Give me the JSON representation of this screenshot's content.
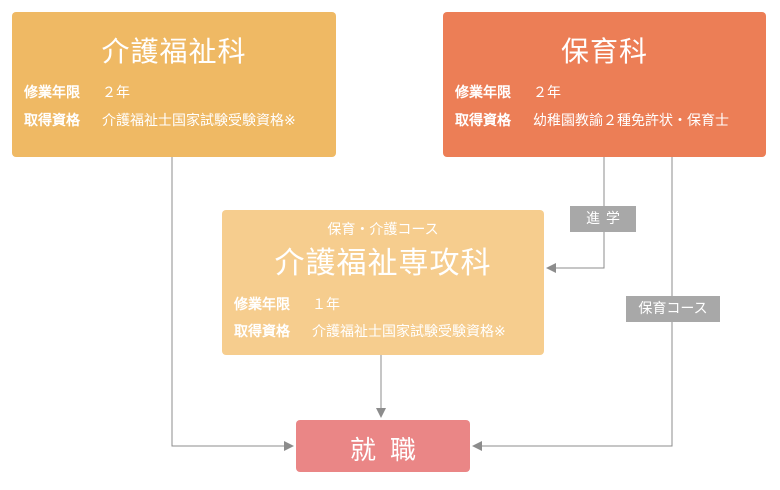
{
  "label_heading": "修業年限",
  "label_qualification": "取得資格",
  "kaigo": {
    "title": "介護福祉科",
    "years": "２年",
    "qualification": "介護福祉士国家試験受験資格※"
  },
  "hoiku": {
    "title": "保育科",
    "years": "２年",
    "qualification": "幼稚園教諭２種免許状・保育士"
  },
  "senkou": {
    "subtitle": "保育・介護コース",
    "title": "介護福祉専攻科",
    "years": "１年",
    "qualification": "介護福祉士国家試験受験資格※"
  },
  "shushoku": {
    "title": "就職"
  },
  "tags": {
    "shingaku": "進学",
    "hoiku_course": "保育コース"
  },
  "colors": {
    "kaigo": "#efb964",
    "hoiku": "#ec7e56",
    "senkou": "#f6cd8e",
    "shushoku": "#ea8686",
    "connector": "#8c8c8c",
    "tag": "#a8a8a8"
  }
}
